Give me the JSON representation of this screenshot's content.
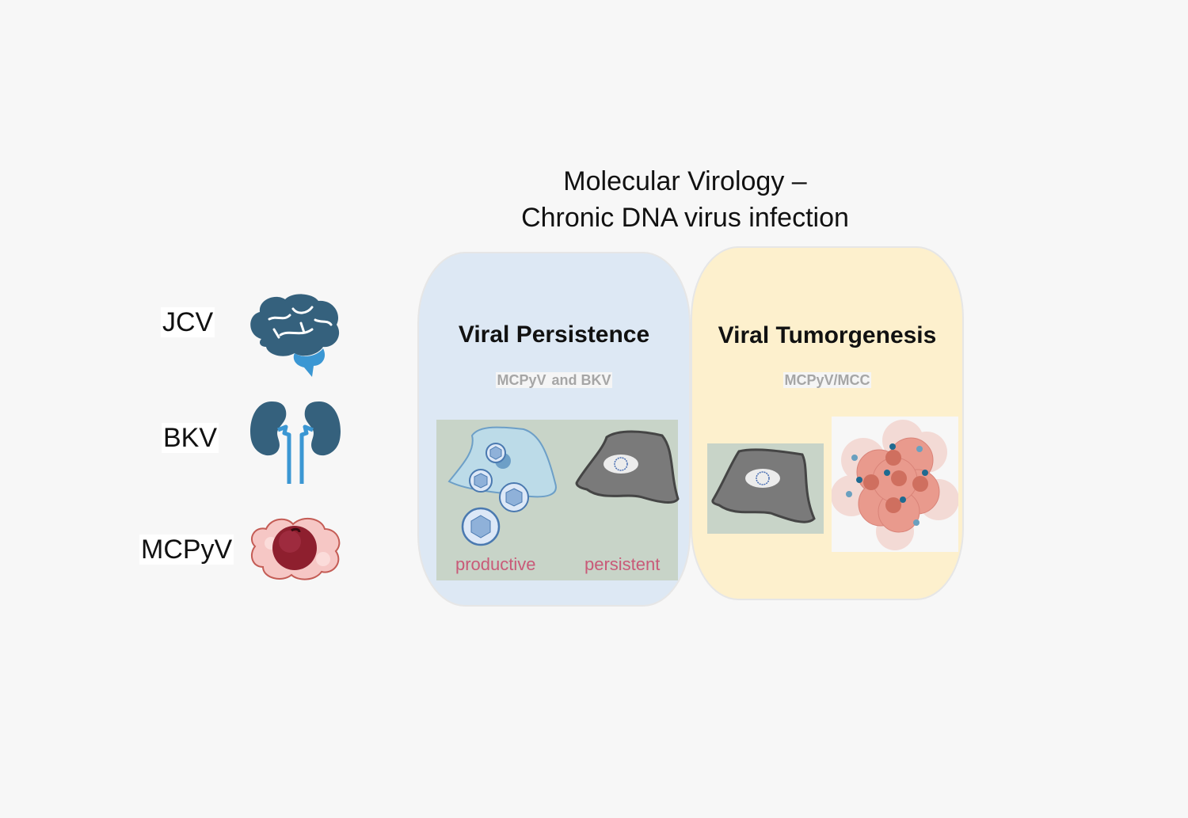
{
  "title": {
    "line1": "Molecular Virology –",
    "line2": "Chronic DNA virus infection"
  },
  "viruses": [
    {
      "label": "JCV",
      "icon": "brain-icon"
    },
    {
      "label": "BKV",
      "icon": "kidneys-icon"
    },
    {
      "label": "MCPyV",
      "icon": "skin-tumor-icon"
    }
  ],
  "panels": {
    "persistence": {
      "title": "Viral Persistence",
      "subtitle_part1": "MCPyV",
      "subtitle_part2": " and BKV",
      "labels": {
        "productive": "productive",
        "persistent": "persistent"
      },
      "color": "#dde8f4"
    },
    "tumorgenesis": {
      "title": "Viral Tumorgenesis",
      "subtitle": "MCPyV/MCC",
      "color": "#fdf0cd"
    }
  },
  "colors": {
    "organ_dark": "#35617d",
    "organ_light": "#3b97d3",
    "label_pink": "#c95a78",
    "cell_gray": "#7a7a7a",
    "tumor_pink": "#e79a8c"
  }
}
